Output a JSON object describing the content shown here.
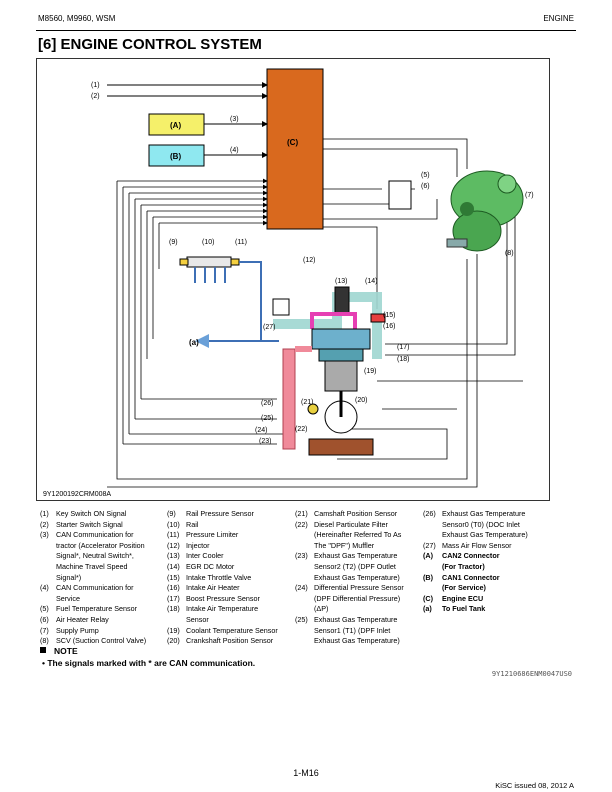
{
  "header": {
    "model": "M8560, M9960, WSM",
    "section": "ENGINE"
  },
  "page_title": "[6]   ENGINE CONTROL SYSTEM",
  "figure": {
    "id": "9Y1200192CRM008A",
    "labels": {
      "l1": "(1)",
      "l2": "(2)",
      "l3": "(3)",
      "l4": "(4)",
      "l5": "(5)",
      "l6": "(6)",
      "l7": "(7)",
      "l8": "(8)",
      "l9": "(9)",
      "l10": "(10)",
      "l11": "(11)",
      "l12": "(12)",
      "l13": "(13)",
      "l14": "(14)",
      "l15": "(15)",
      "l16": "(16)",
      "l17": "(17)",
      "l18": "(18)",
      "l19": "(19)",
      "l20": "(20)",
      "l21": "(21)",
      "l22": "(22)",
      "l23": "(23)",
      "l24": "(24)",
      "l25": "(25)",
      "l26": "(26)",
      "l27": "(27)",
      "la": "(a)",
      "lA": "(A)",
      "lB": "(B)",
      "lC": "(C)"
    }
  },
  "legend": {
    "col1": [
      {
        "n": "(1)",
        "t": "Key Switch ON Signal"
      },
      {
        "n": "(2)",
        "t": "Starter Switch Signal"
      },
      {
        "n": "(3)",
        "t": "CAN Communication for"
      },
      {
        "n": "",
        "t": "tractor (Accelerator Position"
      },
      {
        "n": "",
        "t": "Signal*, Neutral Switch*,"
      },
      {
        "n": "",
        "t": "Machine Travel Speed"
      },
      {
        "n": "",
        "t": "Signal*)"
      },
      {
        "n": "(4)",
        "t": "CAN Communication for"
      },
      {
        "n": "",
        "t": "Service"
      },
      {
        "n": "(5)",
        "t": "Fuel Temperature Sensor"
      },
      {
        "n": "(6)",
        "t": "Air Heater Relay"
      },
      {
        "n": "(7)",
        "t": "Supply Pump"
      },
      {
        "n": "(8)",
        "t": "SCV (Suction Control Valve)"
      }
    ],
    "col2": [
      {
        "n": "(9)",
        "t": "Rail Pressure Sensor"
      },
      {
        "n": "(10)",
        "t": "Rail"
      },
      {
        "n": "(11)",
        "t": "Pressure Limiter"
      },
      {
        "n": "(12)",
        "t": "Injector"
      },
      {
        "n": "(13)",
        "t": "Inter Cooler"
      },
      {
        "n": "(14)",
        "t": "EGR DC Motor"
      },
      {
        "n": "(15)",
        "t": "Intake Throttle Valve"
      },
      {
        "n": "(16)",
        "t": "Intake Air Heater"
      },
      {
        "n": "(17)",
        "t": "Boost Pressure Sensor"
      },
      {
        "n": "(18)",
        "t": "Intake Air Temperature"
      },
      {
        "n": "",
        "t": "Sensor"
      },
      {
        "n": "(19)",
        "t": "Coolant Temperature Sensor"
      },
      {
        "n": "(20)",
        "t": "Crankshaft Position Sensor"
      }
    ],
    "col3": [
      {
        "n": "(21)",
        "t": "Camshaft Position Sensor"
      },
      {
        "n": "(22)",
        "t": "Diesel Particulate Filter"
      },
      {
        "n": "",
        "t": "(Hereinafter Referred To As"
      },
      {
        "n": "",
        "t": "The \"DPF\") Muffler"
      },
      {
        "n": "(23)",
        "t": "Exhaust Gas Temperature"
      },
      {
        "n": "",
        "t": "Sensor2 (T2) (DPF Outlet"
      },
      {
        "n": "",
        "t": "Exhaust Gas Temperature)"
      },
      {
        "n": "(24)",
        "t": "Differential Pressure Sensor"
      },
      {
        "n": "",
        "t": "(DPF Differential Pressure)"
      },
      {
        "n": "",
        "t": "(ΔP)"
      },
      {
        "n": "(25)",
        "t": "Exhaust Gas Temperature"
      },
      {
        "n": "",
        "t": "Sensor1 (T1) (DPF Inlet"
      },
      {
        "n": "",
        "t": "Exhaust Gas Temperature)"
      }
    ],
    "col4": [
      {
        "n": "(26)",
        "t": "Exhaust Gas Temperature",
        "b": false
      },
      {
        "n": "",
        "t": "Sensor0 (T0) (DOC Inlet",
        "b": false
      },
      {
        "n": "",
        "t": "Exhaust Gas Temperature)",
        "b": false
      },
      {
        "n": "(27)",
        "t": "Mass Air Flow Sensor",
        "b": false
      },
      {
        "n": "",
        "t": "",
        "b": false
      },
      {
        "n": "(A)",
        "t": "CAN2 Connector",
        "b": true
      },
      {
        "n": "",
        "t": "(For Tractor)",
        "b": true
      },
      {
        "n": "(B)",
        "t": "CAN1 Connector",
        "b": true
      },
      {
        "n": "",
        "t": "(For Service)",
        "b": true
      },
      {
        "n": "(C)",
        "t": "Engine ECU",
        "b": true
      },
      {
        "n": "(a)",
        "t": "To Fuel Tank",
        "b": true
      }
    ]
  },
  "note": {
    "heading": "NOTE",
    "text": "•  The signals marked with * are CAN communication."
  },
  "doc_code": "9Y1210686ENM0047US0",
  "footer": {
    "page": "1-M16",
    "issued": "KiSC issued 08, 2012 A"
  },
  "colors": {
    "ecu": "#d9691e",
    "can_a": "#f5f06a",
    "can_b": "#8fe8f0",
    "intake": "#c9ece8",
    "egr": "#e63fb3",
    "exhaust": "#f08a9a",
    "fuel": "#3d6fb5"
  }
}
